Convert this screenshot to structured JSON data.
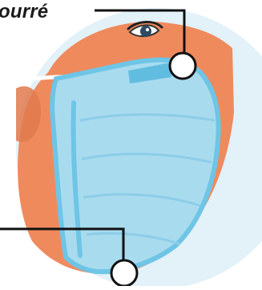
{
  "diagram": {
    "label_top": "ourré",
    "colors": {
      "skin": "#ef8a5d",
      "skin_shadow": "#e07a4e",
      "background_circle": "#e3f1f8",
      "mask_fill": "#a9dbee",
      "mask_edge": "#6ec5e6",
      "mask_pleat": "#8ccde8",
      "ear_loop": "#ffffff",
      "callout_line": "#111111"
    },
    "callouts": [
      {
        "name": "nose-clip-callout"
      },
      {
        "name": "mask-edge-callout"
      }
    ]
  }
}
